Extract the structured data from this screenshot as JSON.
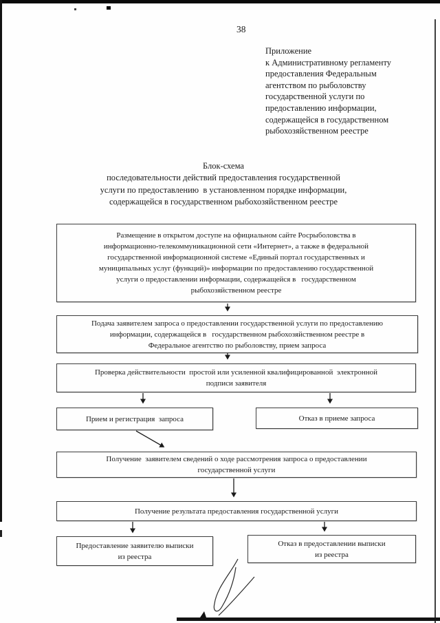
{
  "colors": {
    "ink": "#1a1a1a",
    "box_border": "#3c3c3c",
    "scan_artifact": "#0a0a0a"
  },
  "page": {
    "number": "38",
    "appendix": "Приложение\nк Административному регламенту\nпредоставления Федеральным\nагентством по рыболовству\nгосударственной услуги по\nпредоставлению информации,\nсодержащейся в государственном\nрыбохозяйственном реестре",
    "title": "Блок-схема\nпоследовательности действий предоставления государственной\nуслуги по предоставлению  в установленном порядке информации,\nсодержащейся в государственном рыбохозяйственном реестре"
  },
  "flowchart": {
    "boxes": [
      {
        "id": "publish-info",
        "text": "Размещение в открытом доступе на официальном сайте Росрыболовства в\nинформационно-телекоммуникационной сети «Интернет», а также в федеральной\nгосударственной информационной системе «Единый портал государственных и\nмуниципальных услуг (функций)» информации по предоставлению государственной\nуслуги о предоставлении информации, содержащейся в   государственном\nрыбохозяйственном реестре"
      },
      {
        "id": "submit-request",
        "text": "Подача заявителем запроса о предоставлении государственной услуги по предоставлению\nинформации, содержащейся в   государственном рыбохозяйственном реестре в\nФедеральное агентство по рыболовству, прием запроса"
      },
      {
        "id": "verify-signature",
        "text": "Проверка действительности  простой или усиленной квалифицированной  электронной\nподписи заявителя"
      },
      {
        "id": "accept-register-request",
        "text": "Прием и регистрация  запроса"
      },
      {
        "id": "refuse-accept-request",
        "text": "Отказ в приеме запроса"
      },
      {
        "id": "request-progress-info",
        "text": "Получение  заявителем сведений о ходе рассмотрения запроса о предоставлении\nгосударственной услуги"
      },
      {
        "id": "receive-result",
        "text": "Получение результата предоставления государственной услуги"
      },
      {
        "id": "provide-extract",
        "text": "Предоставление заявителю выписки\nиз реестра"
      },
      {
        "id": "refuse-extract",
        "text": "Отказ в предоставлении выписки\nиз реестра"
      }
    ]
  }
}
